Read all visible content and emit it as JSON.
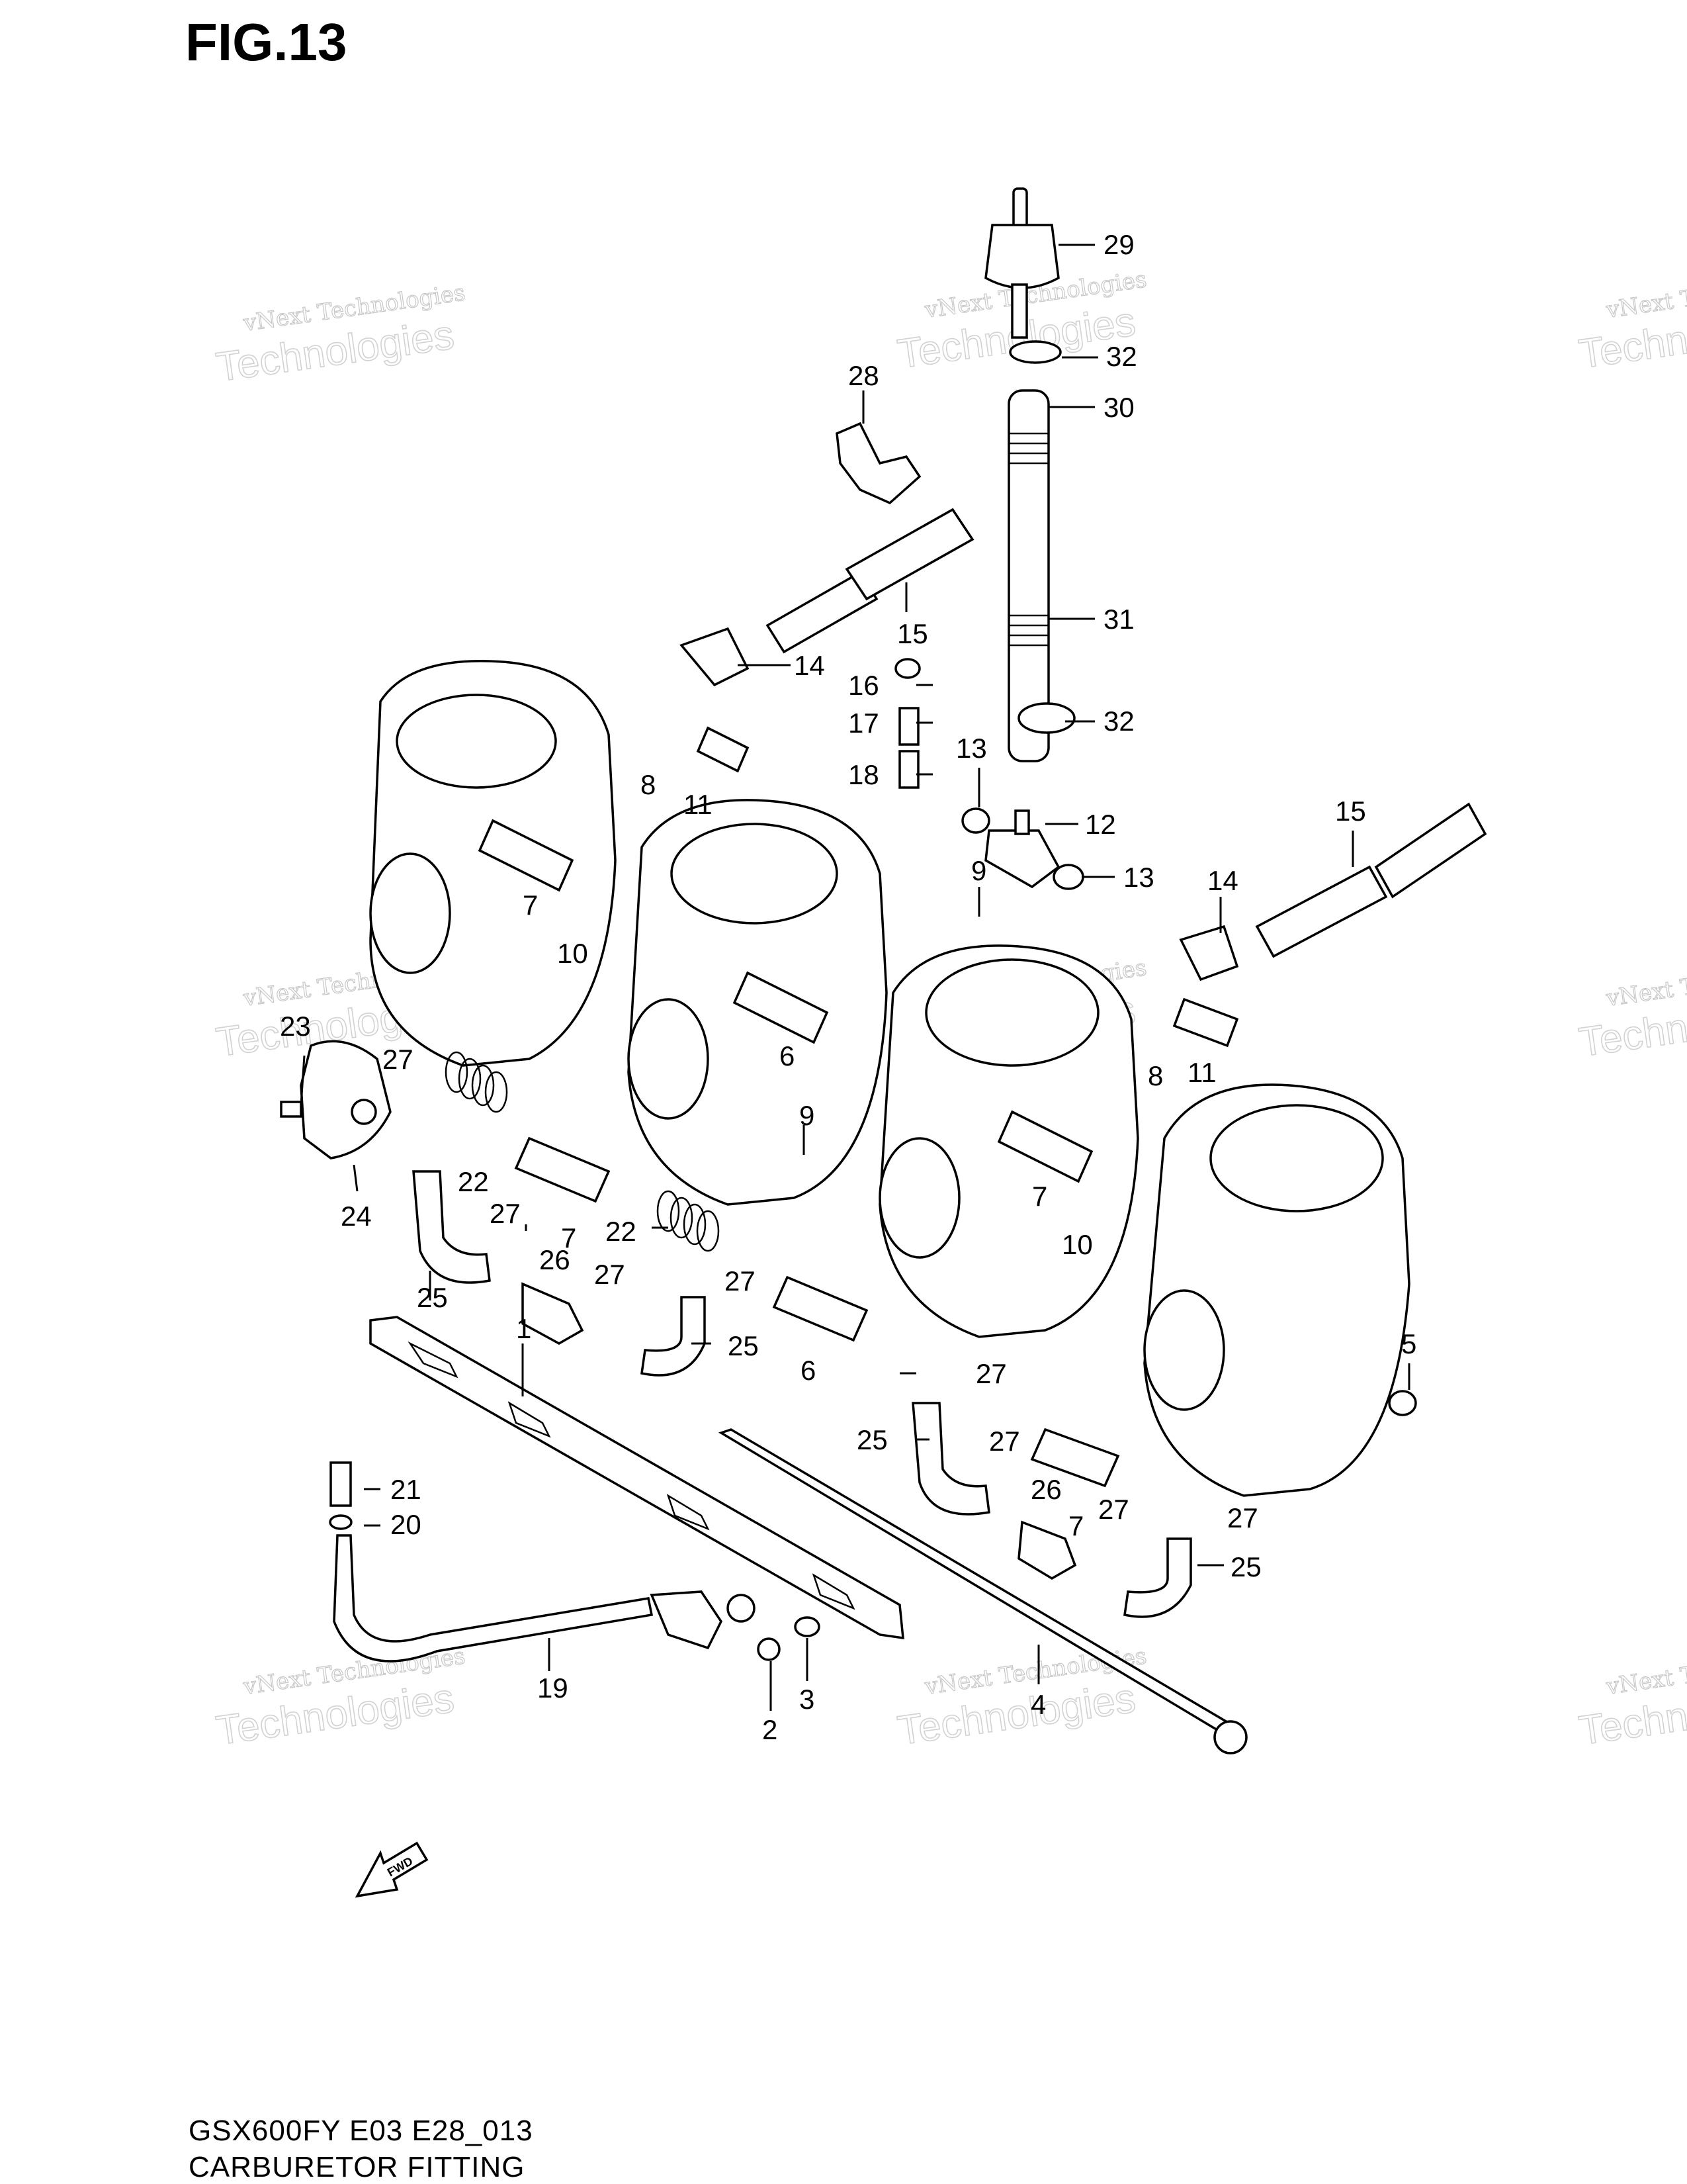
{
  "figure": {
    "title": "FIG.13",
    "model_code": "GSX600FY E03 E28_013",
    "section_name": "CARBURETOR FITTING"
  },
  "watermark": {
    "line1": "vNext Technologies",
    "line2": "Technologies"
  },
  "fwd_arrow": {
    "label": "FWD"
  },
  "callouts": [
    {
      "number": "29"
    },
    {
      "number": "32"
    },
    {
      "number": "28"
    },
    {
      "number": "30"
    },
    {
      "number": "15"
    },
    {
      "number": "31"
    },
    {
      "number": "14"
    },
    {
      "number": "16"
    },
    {
      "number": "17"
    },
    {
      "number": "32"
    },
    {
      "number": "18"
    },
    {
      "number": "13"
    },
    {
      "number": "11"
    },
    {
      "number": "8"
    },
    {
      "number": "12"
    },
    {
      "number": "15"
    },
    {
      "number": "7"
    },
    {
      "number": "9"
    },
    {
      "number": "13"
    },
    {
      "number": "14"
    },
    {
      "number": "10"
    },
    {
      "number": "6"
    },
    {
      "number": "23"
    },
    {
      "number": "27"
    },
    {
      "number": "8"
    },
    {
      "number": "11"
    },
    {
      "number": "22"
    },
    {
      "number": "9"
    },
    {
      "number": "24"
    },
    {
      "number": "7"
    },
    {
      "number": "7"
    },
    {
      "number": "22"
    },
    {
      "number": "27"
    },
    {
      "number": "10"
    },
    {
      "number": "26"
    },
    {
      "number": "27"
    },
    {
      "number": "27"
    },
    {
      "number": "25"
    },
    {
      "number": "25"
    },
    {
      "number": "5"
    },
    {
      "number": "1"
    },
    {
      "number": "6"
    },
    {
      "number": "27"
    },
    {
      "number": "25"
    },
    {
      "number": "27"
    },
    {
      "number": "21"
    },
    {
      "number": "26"
    },
    {
      "number": "7"
    },
    {
      "number": "27"
    },
    {
      "number": "27"
    },
    {
      "number": "20"
    },
    {
      "number": "25"
    },
    {
      "number": "19"
    },
    {
      "number": "3"
    },
    {
      "number": "2"
    },
    {
      "number": "4"
    }
  ]
}
